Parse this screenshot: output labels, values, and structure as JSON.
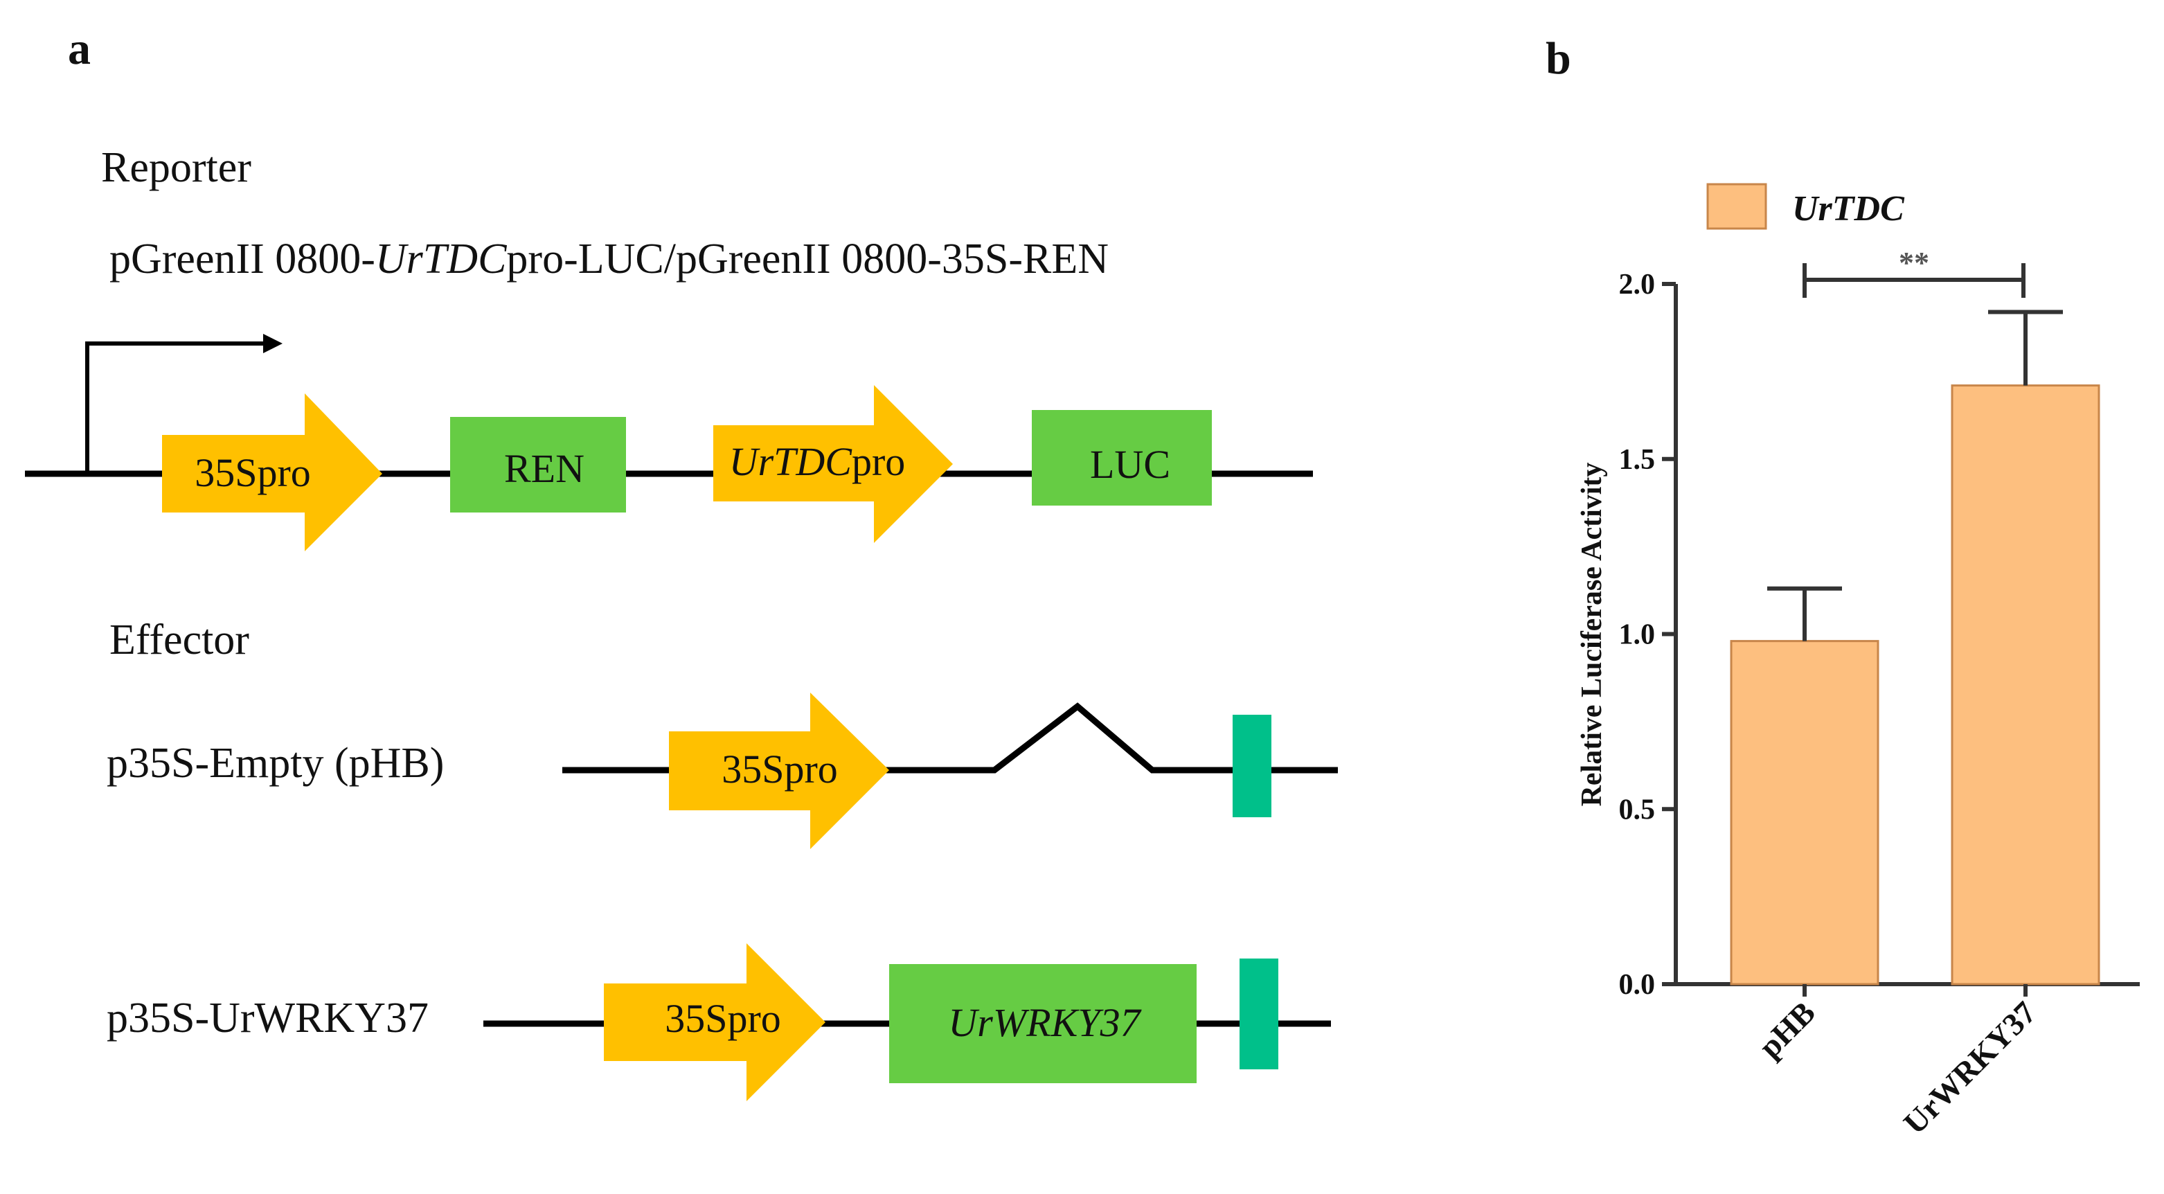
{
  "panel_a": {
    "letter": "a",
    "reporter": {
      "heading": "Reporter",
      "construct_prefix": "pGreenII 0800-",
      "construct_italic": "UrTDC",
      "construct_suffix": "pro-LUC/pGreenII 0800-35S-REN",
      "elements": {
        "promoter1": "35Spro",
        "ren": "REN",
        "promoter2_italic": "UrTDC",
        "promoter2_suffix": "pro",
        "luc": "LUC"
      }
    },
    "effector": {
      "heading": "Effector",
      "empty_label": "p35S-Empty (pHB)",
      "empty_promoter": "35Spro",
      "wrky_label": "p35S-UrWRKY37",
      "wrky_promoter": "35Spro",
      "wrky_gene": "UrWRKY37"
    },
    "colors": {
      "promoter_arrow": "#FFC000",
      "gene_box": "#66CC44",
      "terminator": "#00C08A",
      "line": "#000000"
    }
  },
  "panel_b": {
    "letter": "b",
    "legend": "UrTDC",
    "significance": "**",
    "colors": {
      "bar": "#FDBF7F",
      "bar_edge": "#C8864A",
      "axis": "#333333"
    }
  },
  "chart_data": {
    "type": "bar",
    "categories": [
      "pHB",
      "UrWRKY37"
    ],
    "series": [
      {
        "name": "UrTDC",
        "values": [
          0.98,
          1.71
        ],
        "errors": [
          0.15,
          0.21
        ]
      }
    ],
    "ylabel": "Relative Luciferase Activity",
    "ylim": [
      0,
      2.0
    ],
    "yticks": [
      "0.0",
      "0.5",
      "1.0",
      "1.5",
      "2.0"
    ],
    "grid": false,
    "legend_position": "top-left"
  }
}
